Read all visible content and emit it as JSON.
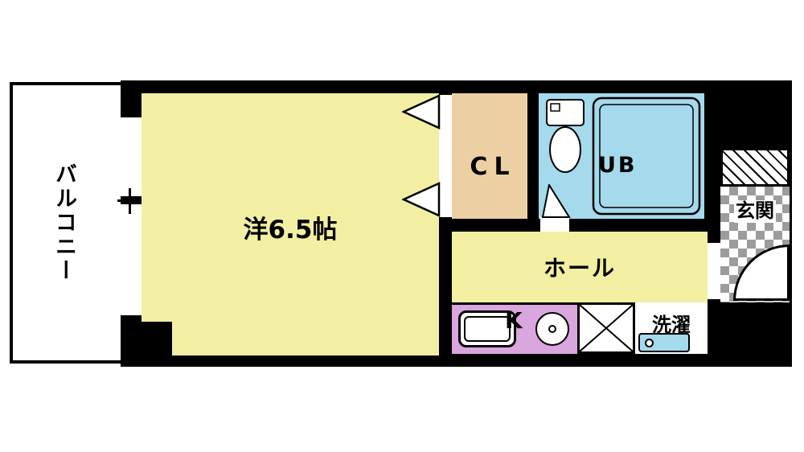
{
  "rooms": {
    "balcony": {
      "label": "バルコニー"
    },
    "western_room": {
      "label": "洋6.5帖"
    },
    "closet": {
      "label": "CL"
    },
    "unit_bath": {
      "label": "UB"
    },
    "hall": {
      "label": "ホール"
    },
    "kitchen": {
      "label": "K"
    },
    "laundry": {
      "label": "洗濯"
    },
    "entrance": {
      "label": "玄関"
    }
  },
  "colors": {
    "background": "#ffffff",
    "wall": "#000000",
    "room_fill": "#f2efa2",
    "closet_fill": "#ecd0a4",
    "bath_fill": "#a5d9ec",
    "kitchen_fill": "#d9a6de",
    "washer_pan_fill": "#a5d9ec",
    "entrance_tile": "#9c9c9c"
  }
}
